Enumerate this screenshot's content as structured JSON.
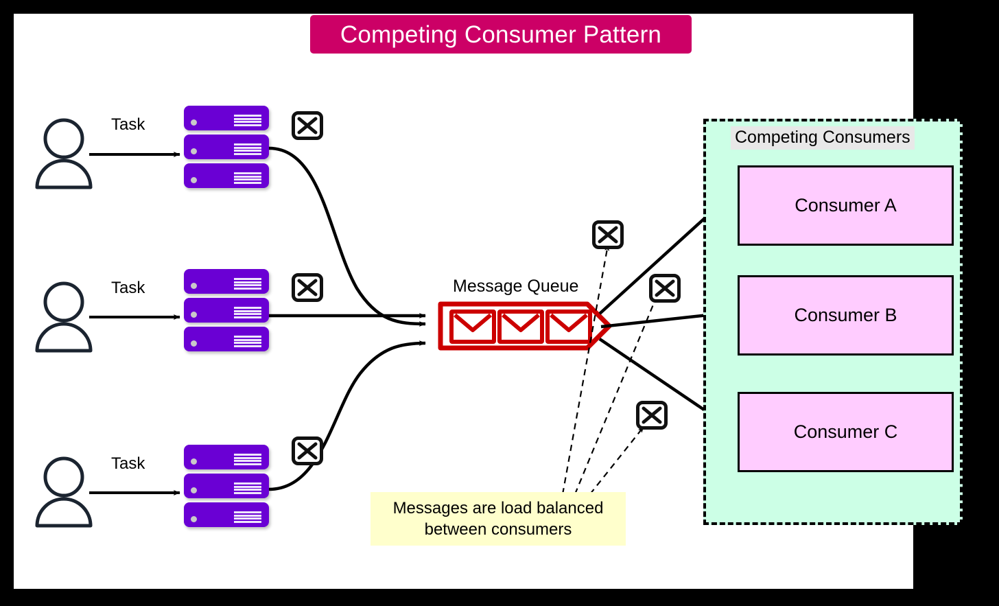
{
  "diagram": {
    "title": "Competing Consumer Pattern",
    "accent_color": "#cc0066",
    "canvas_bg": "#ffffff",
    "frame_color": "#000000"
  },
  "producers": [
    {
      "task_label": "Task",
      "icon": "user-icon",
      "server_icon": "server-stack-icon",
      "message_icon": "envelope-icon"
    },
    {
      "task_label": "Task",
      "icon": "user-icon",
      "server_icon": "server-stack-icon",
      "message_icon": "envelope-icon"
    },
    {
      "task_label": "Task",
      "icon": "user-icon",
      "server_icon": "server-stack-icon",
      "message_icon": "envelope-icon"
    }
  ],
  "queue": {
    "label": "Message Queue",
    "message_count": 3,
    "color": "#cc0000",
    "icon": "message-queue-icon"
  },
  "consumers_group": {
    "label": "Competing Consumers",
    "bg_color": "#ccffe6",
    "label_bg_color": "#e8e8e8",
    "border_style": "dashed",
    "items": [
      {
        "label": "Consumer A",
        "color": "#ffccff",
        "message_icon": "envelope-icon"
      },
      {
        "label": "Consumer B",
        "color": "#ffccff",
        "message_icon": "envelope-icon"
      },
      {
        "label": "Consumer C",
        "color": "#ffccff",
        "message_icon": "envelope-icon"
      }
    ]
  },
  "note": {
    "line1": "Messages are load balanced",
    "line2": "between consumers",
    "bg_color": "#ffffcc"
  }
}
